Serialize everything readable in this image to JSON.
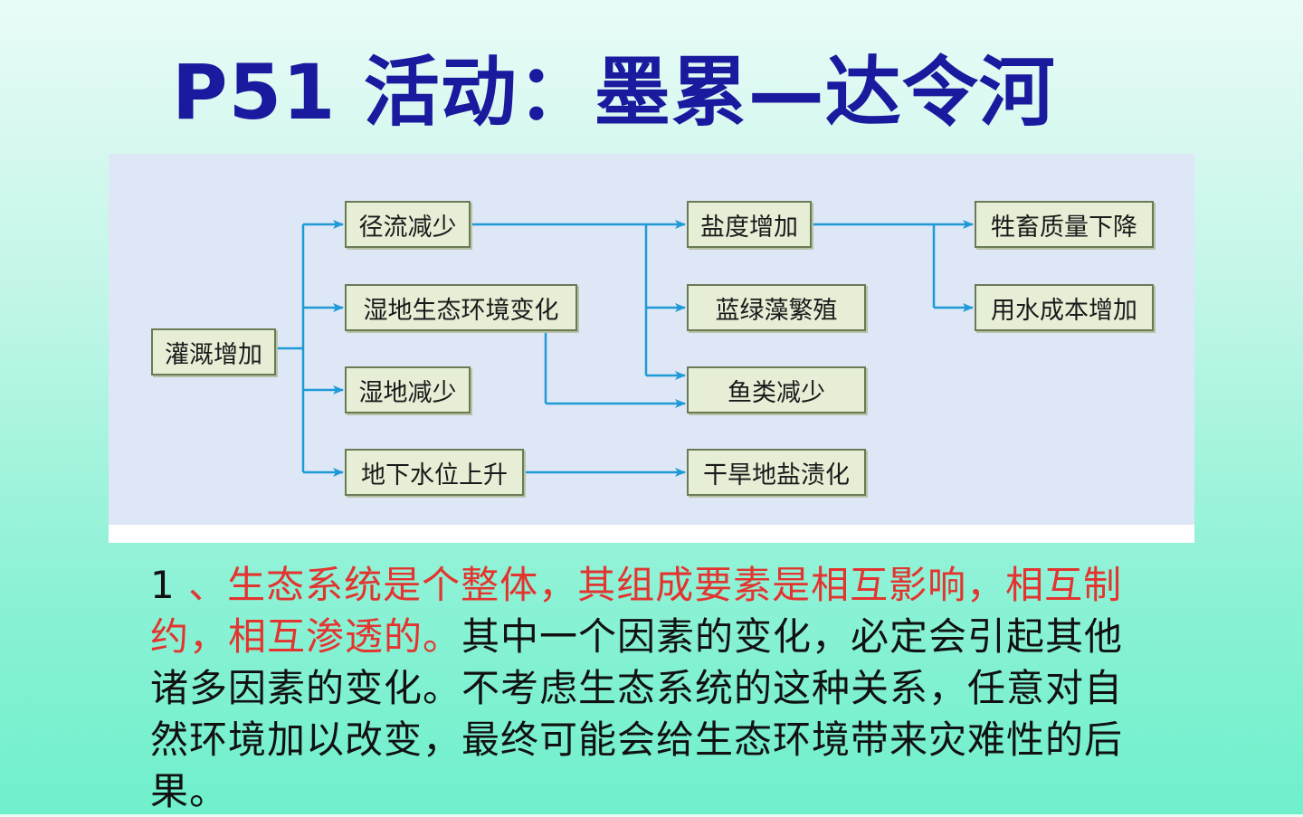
{
  "title": "P51 活动：墨累—达令河",
  "diagram": {
    "nodes": {
      "irrigation": "灌溉增加",
      "runoff": "径流减少",
      "wetland_env": "湿地生态环境变化",
      "wetland_less": "湿地减少",
      "groundwater": "地下水位上升",
      "salinity": "盐度增加",
      "algae": "蓝绿藻繁殖",
      "fish": "鱼类减少",
      "salinization": "干旱地盐渍化",
      "livestock": "牲畜质量下降",
      "water_cost": "用水成本增加"
    },
    "colors": {
      "arrow": "#1f9ad6",
      "node_bg": "#e6efd6",
      "node_border": "#6a7a55",
      "panel_bg": "#dde7f6"
    }
  },
  "text": {
    "number": "1",
    "separator": "、",
    "red": "生态系统是个整体，其组成要素是相互影响，相互制约，相互渗透的。",
    "black": "其中一个因素的变化，必定会引起其他诸多因素的变化。不考虑生态系统的这种关系，任意对自然环境加以改变，最终可能会给生态环境带来灾难性的后果。"
  }
}
